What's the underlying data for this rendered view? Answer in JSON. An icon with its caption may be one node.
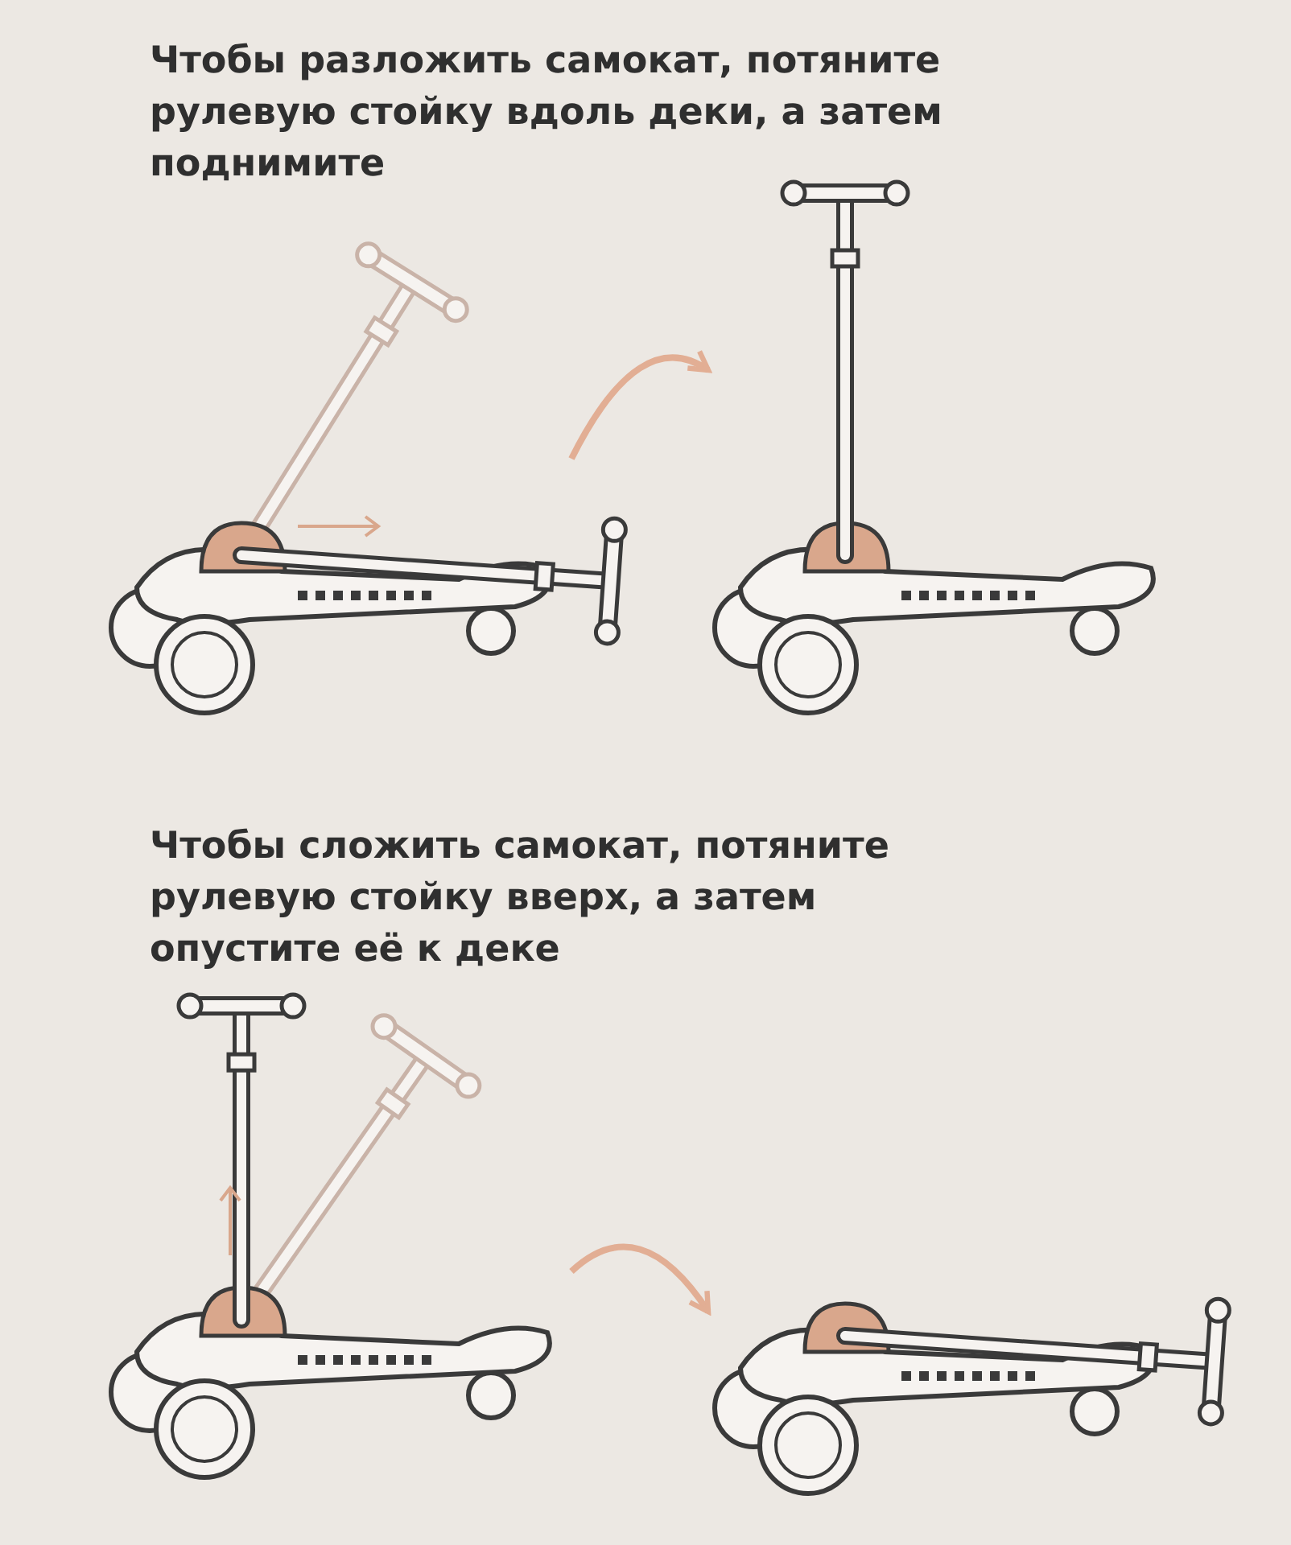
{
  "diagram": {
    "nodes": [
      {
        "text": [],
        "shape": "picture"
      },
      {
        "text": [],
        "shape": "picture"
      },
      {
        "text": [],
        "shape": "picture"
      },
      {
        "text": [],
        "shape": "picture"
      }
    ],
    "edges": [
      {
        "from": 0,
        "to": 1,
        "arrow": "to"
      },
      {
        "from": 2,
        "to": 3,
        "arrow": "to"
      }
    ],
    "labels": [
      "Чтобы разложить самокат, потяните рулевую стойку вдоль деки, а затем поднимите",
      "Чтобы сложить самокат, потяните рулевую стойку вверх, а затем опустите её к деке"
    ]
  }
}
